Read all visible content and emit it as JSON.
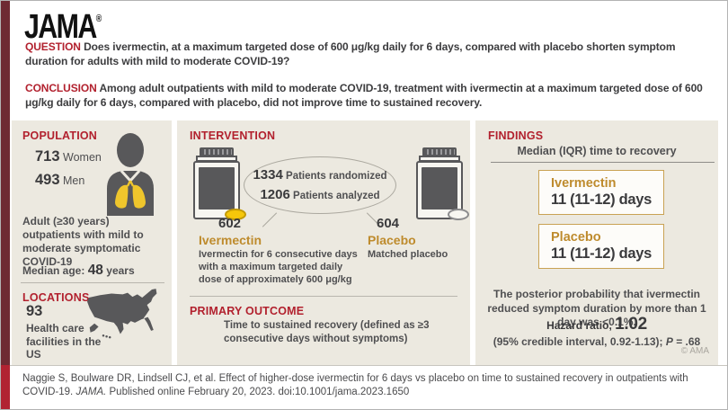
{
  "brand": {
    "logo": "JAMA",
    "reg": "®"
  },
  "header": {
    "question_label": "QUESTION",
    "question_text": " Does ivermectin, at a maximum targeted dose of 600 μg/kg daily for 6 days, compared with placebo shorten symptom duration for adults with mild to moderate COVID-19?",
    "conclusion_label": "CONCLUSION",
    "conclusion_text": " Among adult outpatients with mild to moderate COVID-19, treatment with ivermectin at a maximum targeted dose of 600 μg/kg daily for 6 days, compared with placebo, did not improve time to sustained recovery."
  },
  "population": {
    "title": "POPULATION",
    "women_count": "713",
    "women_label": " Women",
    "men_count": "493",
    "men_label": " Men",
    "description": "Adult (≥30 years) outpatients with mild to moderate symptomatic COVID-19",
    "median_age_label": "Median age: ",
    "median_age_value": "48",
    "median_age_unit": " years"
  },
  "locations": {
    "title": "LOCATIONS",
    "count": "93",
    "description": "Health care facilities in the US"
  },
  "intervention": {
    "title": "INTERVENTION",
    "randomized_count": "1334",
    "randomized_label": " Patients randomized",
    "analyzed_count": "1206",
    "analyzed_label": " Patients analyzed",
    "arm1": {
      "count": "602",
      "name": "Ivermectin",
      "description": "Ivermectin for 6 consecutive days with a maximum targeted daily dose of approximately 600 μg/kg"
    },
    "arm2": {
      "count": "604",
      "name": "Placebo",
      "description": "Matched placebo"
    }
  },
  "primary_outcome": {
    "title": "PRIMARY OUTCOME",
    "text": "Time to sustained recovery (defined as ≥3 consecutive days without symptoms)"
  },
  "findings": {
    "title": "FINDINGS",
    "subtitle": "Median (IQR) time to recovery",
    "results": [
      {
        "group": "Ivermectin",
        "value": "11 (11-12) days"
      },
      {
        "group": "Placebo",
        "value": "11 (11-12) days"
      }
    ],
    "posterior_text": "The posterior probability that ivermectin reduced symptom duration by more than 1 day was <0.1%.",
    "hazard_label": "Hazard ratio, ",
    "hazard_value": "1.02",
    "interval_prefix": "(95% credible interval, 0.92-1.13); ",
    "p_label": "P",
    "p_suffix": " = .68",
    "copyright": "© AMA"
  },
  "footer": {
    "citation_before": "Naggie S, Boulware DR, Lindsell CJ, et al. Effect of higher-dose ivermectin for 6 days vs placebo on time to sustained recovery in outpatients with COVID-19. ",
    "citation_journal": "JAMA.",
    "citation_after": " Published online February 20, 2023. doi:10.1001/jama.2023.1650"
  },
  "colors": {
    "jama_red": "#B2212E",
    "maroon_bar": "#6E2A33",
    "red_bar": "#B12332",
    "panel_beige": "#ECE9E0",
    "gold": "#BE8B2D",
    "gold_border": "#C9A254",
    "pill_yellow": "#F6C70A",
    "lung_yellow": "#EFC62C",
    "icon_gray": "#58585A"
  }
}
